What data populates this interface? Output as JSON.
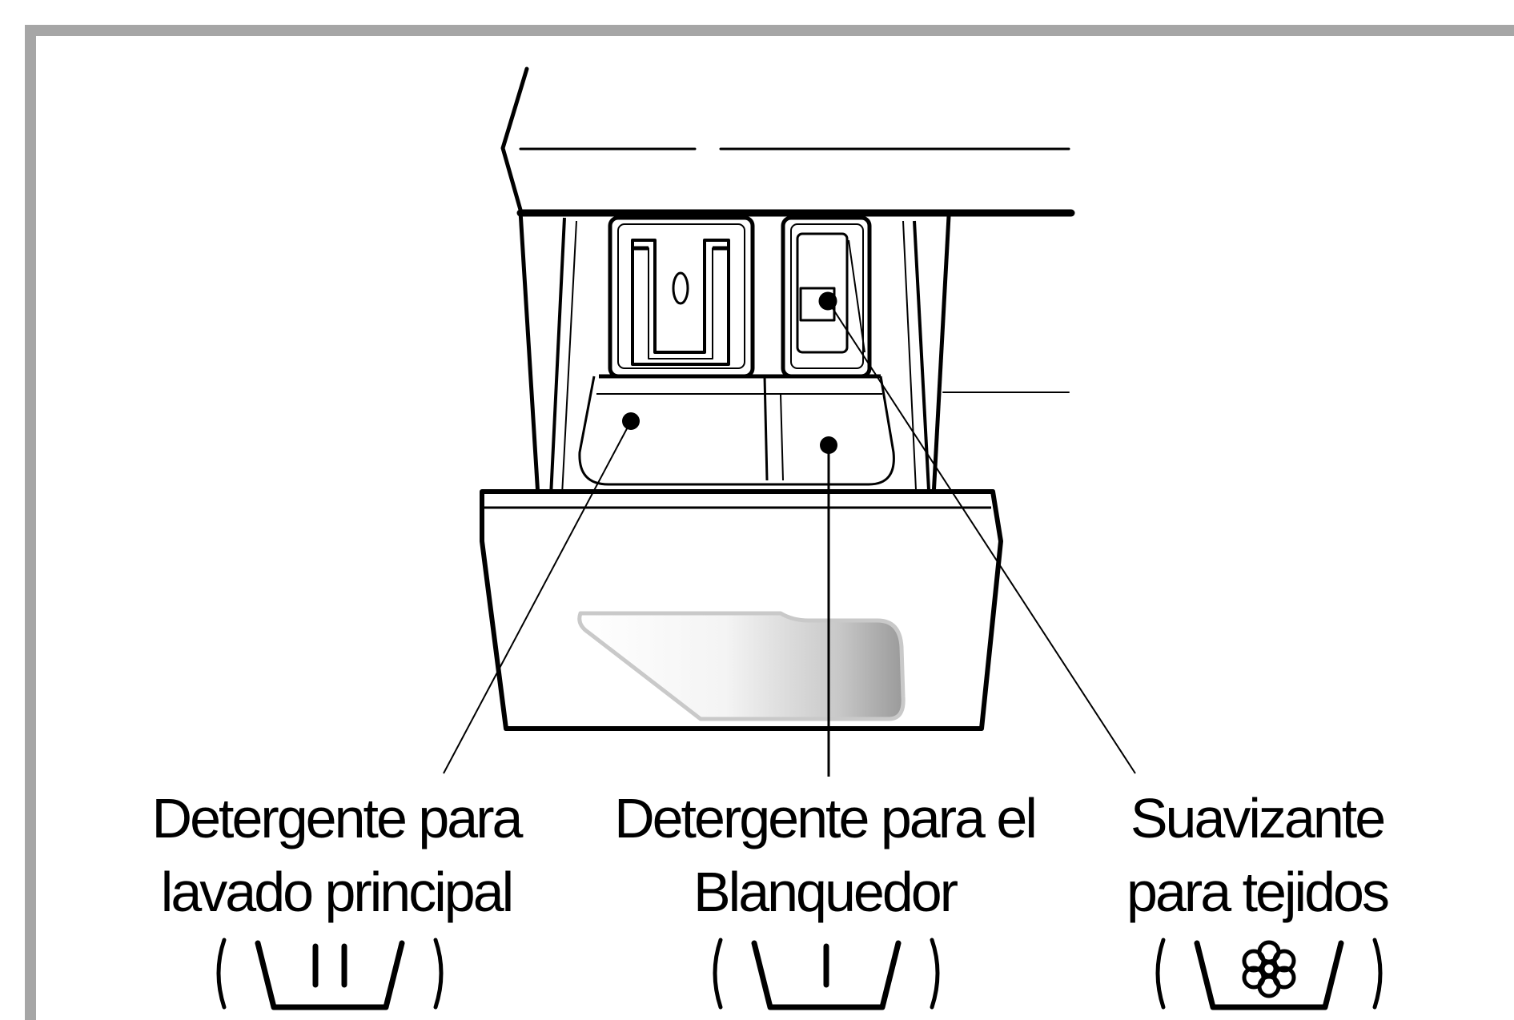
{
  "labels": {
    "main_wash": {
      "line1": "Detergente para",
      "line2": "lavado principal"
    },
    "bleach": {
      "line1": "Detergente para el",
      "line2": "Blanquedor"
    },
    "softener": {
      "line1": "Suavizante",
      "line2": "para tejidos"
    }
  },
  "symbols": {
    "main_wash": "tub-with-two-bars-icon",
    "bleach": "tub-with-one-bar-icon",
    "softener": "tub-with-flower-icon"
  },
  "colors": {
    "line": "#000000",
    "frame": "#a6a6a6",
    "background": "#ffffff"
  }
}
